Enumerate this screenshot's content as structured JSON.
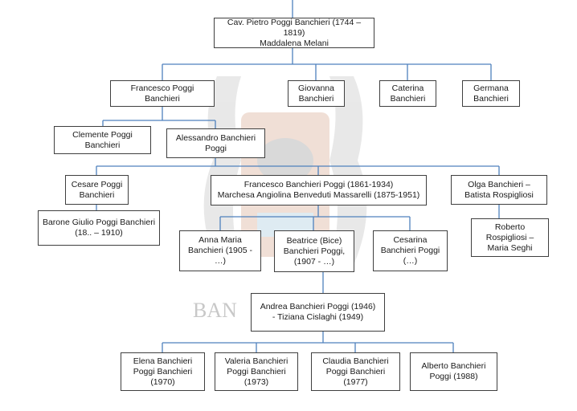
{
  "watermark_text": "BAN",
  "colors": {
    "connector": "#4f81bd",
    "box_border": "#3f3f3f",
    "text": "#1a1a1a"
  },
  "people": {
    "pietro": "Cav. Pietro Poggi Banchieri (1744 – 1819)\nMaddalena Melani",
    "francesco_sr": "Francesco Poggi\nBanchieri",
    "giovanna": "Giovanna\nBanchieri",
    "caterina": "Caterina\nBanchieri",
    "germana": "Germana\nBanchieri",
    "clemente": "Clemente Poggi\nBanchieri",
    "alessandro": "Alessandro Banchieri\nPoggi",
    "cesare": "Cesare Poggi\nBanchieri",
    "francesco_jr": "Francesco Banchieri Poggi (1861-1934)\nMarchesa Angiolina Benveduti Massarelli (1875-1951)",
    "olga": "Olga Banchieri –\nBatista Rospigliosi",
    "giulio": "Barone Giulio Poggi Banchieri\n(18.. – 1910)",
    "roberto": "Roberto\nRospigliosi –\nMaria Seghi",
    "anna_maria": "Anna Maria\nBanchieri (1905 -\n…)",
    "beatrice": "Beatrice (Bice)\nBanchieri Poggi,\n(1907 - …)",
    "cesarina": "Cesarina\nBanchieri Poggi\n(…)",
    "andrea": "Andrea Banchieri Poggi (1946)\n-  Tiziana Cislaghi (1949)",
    "elena": "Elena Banchieri\nPoggi Banchieri\n(1970)",
    "valeria": "Valeria Banchieri\nPoggi Banchieri\n(1973)",
    "claudia": "Claudia Banchieri\nPoggi Banchieri\n(1977)",
    "alberto": "Alberto Banchieri\nPoggi (1988)"
  }
}
